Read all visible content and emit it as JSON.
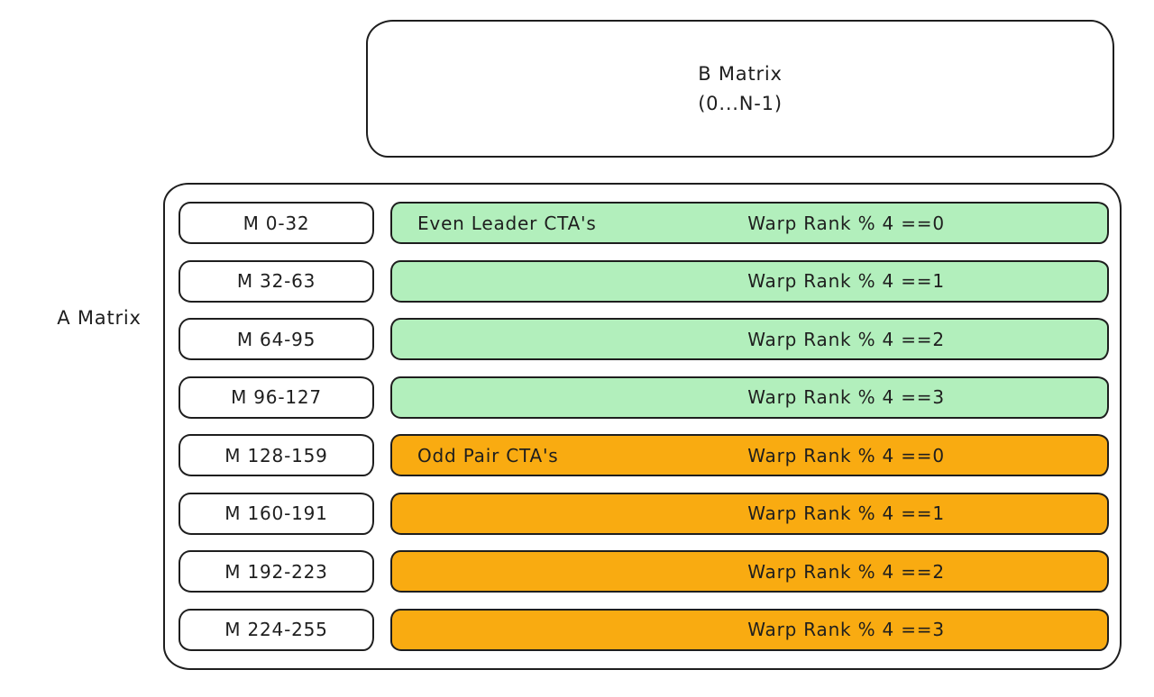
{
  "colors": {
    "green_fill": "#b2efbc",
    "orange_fill": "#f9ab11",
    "stroke": "#1e1e1e"
  },
  "b_matrix": {
    "title": "B Matrix",
    "range": "(0...N-1)"
  },
  "a_matrix": {
    "label": "A Matrix",
    "rows": [
      {
        "m": "M 0-32",
        "group": "even",
        "cta": "Even Leader CTA's",
        "warp": "Warp Rank % 4 ==0"
      },
      {
        "m": "M 32-63",
        "group": "even",
        "cta": "",
        "warp": "Warp Rank % 4 ==1"
      },
      {
        "m": "M 64-95",
        "group": "even",
        "cta": "",
        "warp": "Warp Rank % 4 ==2"
      },
      {
        "m": "M 96-127",
        "group": "even",
        "cta": "",
        "warp": "Warp Rank % 4 ==3"
      },
      {
        "m": "M 128-159",
        "group": "odd",
        "cta": "Odd Pair CTA's",
        "warp": "Warp Rank % 4 ==0"
      },
      {
        "m": "M 160-191",
        "group": "odd",
        "cta": "",
        "warp": "Warp Rank % 4 ==1"
      },
      {
        "m": "M 192-223",
        "group": "odd",
        "cta": "",
        "warp": "Warp Rank % 4 ==2"
      },
      {
        "m": "M 224-255",
        "group": "odd",
        "cta": "",
        "warp": "Warp Rank % 4 ==3"
      }
    ]
  }
}
